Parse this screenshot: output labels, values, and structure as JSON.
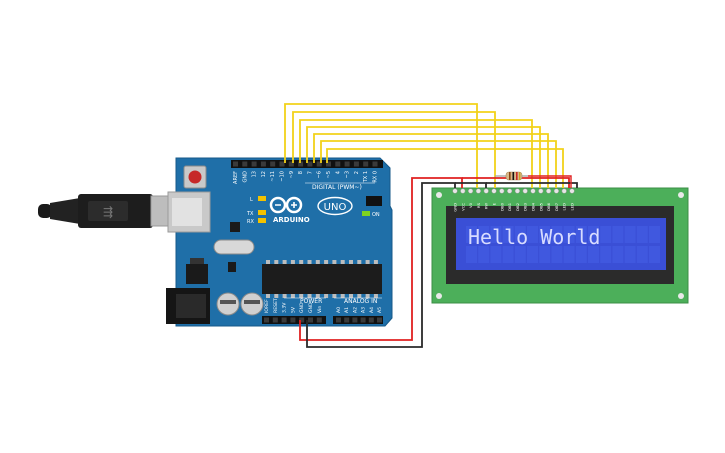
{
  "board": {
    "brand": "ARDUINO",
    "model": "UNO",
    "digital_label": "DIGITAL (PWM~)",
    "power_label": "POWER",
    "analog_label": "ANALOG IN",
    "on_label": "ON",
    "led_l": "L",
    "led_tx": "TX",
    "led_rx": "RX",
    "digital_pins": [
      "AREF",
      "GND",
      "13",
      "12",
      "~11",
      "~10",
      "~9",
      "8",
      "7",
      "~6",
      "~5",
      "4",
      "~3",
      "2",
      "TX 1",
      "RX 0"
    ],
    "power_pins": [
      "IOREF",
      "RESET",
      "3.3V",
      "5V",
      "GND",
      "GND",
      "Vin"
    ],
    "analog_pins": [
      "A0",
      "A1",
      "A2",
      "A3",
      "A4",
      "A5"
    ]
  },
  "lcd": {
    "text": "Hello World",
    "pins": [
      "GND",
      "VCC",
      "V0",
      "RS",
      "RW",
      "E",
      "DB0",
      "DB1",
      "DB2",
      "DB3",
      "DB4",
      "DB5",
      "DB6",
      "DB7",
      "LED",
      "LED"
    ],
    "backlight_color": "#3a4fd6",
    "text_color": "#d8dcff"
  },
  "colors": {
    "signal_wire": "#f2d21a",
    "power_wire": "#e02020",
    "ground_wire": "#2a2a2a",
    "board": "#1f6fa8",
    "lcd_pcb": "#4caf5a"
  }
}
